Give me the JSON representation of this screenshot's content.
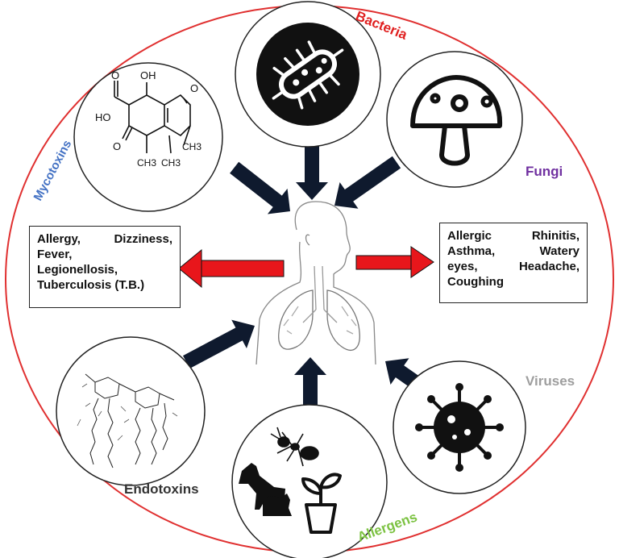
{
  "categories": {
    "bacteria": {
      "label": "Bacteria",
      "color": "#e02020"
    },
    "fungi": {
      "label": "Fungi",
      "color": "#7030a0"
    },
    "mycotoxins": {
      "label": "Mycotoxins",
      "color": "#4472c4"
    },
    "viruses": {
      "label": "Viruses",
      "color": "#9e9e9e"
    },
    "endotoxins": {
      "label": "Endotoxins",
      "color": "#333333"
    },
    "allergens": {
      "label": "Allergens",
      "color": "#7cc242"
    }
  },
  "molecule_labels": {
    "oh_top": "OH",
    "ho_left": "HO",
    "o_ring": "O",
    "o_carbonyl": "O",
    "o_acid": "O",
    "ch3_right": "CH3",
    "ch3_a": "CH3",
    "ch3_b": "CH3"
  },
  "left_box": {
    "lines": [
      "Allergy, Dizziness,",
      "Fever,",
      "Legionellosis,",
      "Tuberculosis (T.B.)"
    ]
  },
  "right_box": {
    "lines": [
      "Allergic Rhinitis,",
      "Asthma, Watery",
      "eyes, Headache,",
      "Coughing"
    ]
  },
  "colors": {
    "outer_ring": "#e03030",
    "red_arrow": "#e8161b",
    "dark_arrow": "#0f1a2e",
    "circle_border": "#222222"
  },
  "icons": [
    "bacteria-icon",
    "mushroom-icon",
    "molecule-icon",
    "virus-icon",
    "endotoxin-structure-icon",
    "ant-icon",
    "dog-cat-icon",
    "plant-pot-icon",
    "human-lungs-icon"
  ]
}
